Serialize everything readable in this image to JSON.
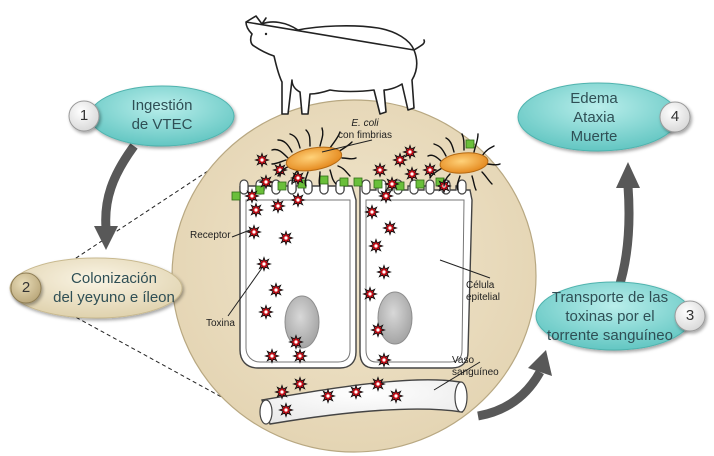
{
  "steps": [
    {
      "number": "1",
      "lines": [
        "Ingestión",
        "de VTEC"
      ]
    },
    {
      "number": "2",
      "lines": [
        "Colonización",
        "del yeyuno e íleon"
      ]
    },
    {
      "number": "3",
      "lines": [
        "Transporte de las",
        "toxinas por el",
        "torrente sanguíneo"
      ]
    },
    {
      "number": "4",
      "lines": [
        "Edema",
        "Ataxia",
        "Muerte"
      ]
    }
  ],
  "labels": {
    "ecoli_italic": "E. coli",
    "ecoli_rest": "con fimbrias",
    "receptor": "Receptor",
    "toxina": "Toxina",
    "celula_1": "Célula",
    "celula_2": "epitelial",
    "vaso_1": "Vaso",
    "vaso_2": "sanguíneo"
  },
  "colors": {
    "teal_pill": "#7fd3cf",
    "beige_pill": "#ece2c8",
    "circle_bg": "#ecdfc3",
    "toxin_red": "#d8111b",
    "receptor_green": "#6abf3a",
    "bacterium_orange": "#f2a33a",
    "arrow_gray": "#585858"
  },
  "icons": [
    "pig-silhouette-icon",
    "bacterium-icon",
    "toxin-star-icon",
    "receptor-square-icon",
    "nucleus-icon"
  ]
}
